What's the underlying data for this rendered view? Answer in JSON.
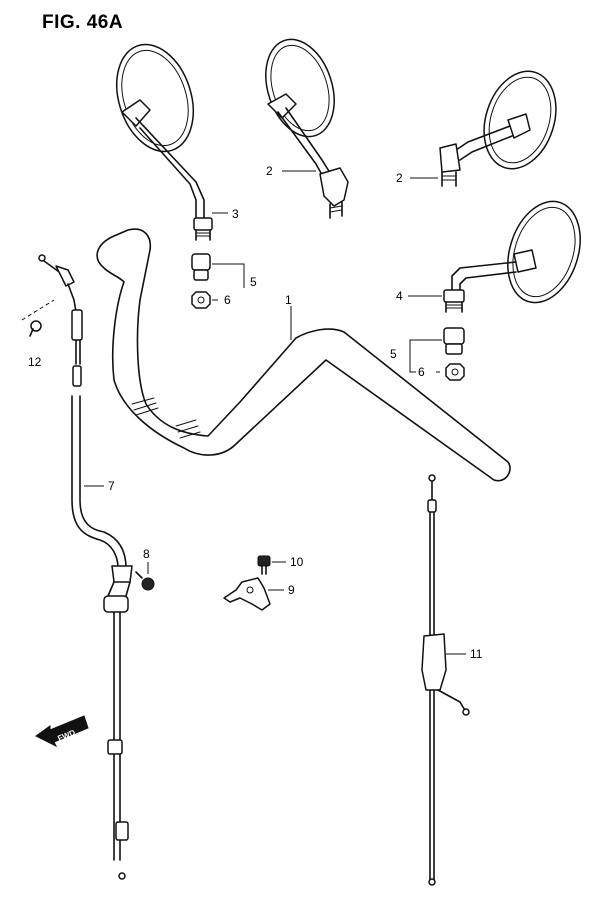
{
  "figure": {
    "title": "FIG. 46A"
  },
  "callouts": {
    "handlebar": "1",
    "mirror_stem_left_upper": "2",
    "mirror_stem_right_upper": "2",
    "mirror_left": "3",
    "mirror_right": "4",
    "adapter_left": "5",
    "adapter_right": "5",
    "nut_left": "6",
    "nut_right": "6",
    "throttle_cable": "7",
    "bolt_8": "8",
    "clamp": "9",
    "bolt_10": "10",
    "clutch_cable": "11",
    "screw_12": "12"
  },
  "direction_arrow": {
    "label": "FWD"
  },
  "icons": {
    "direction_arrow": "fwd-arrow-icon"
  }
}
